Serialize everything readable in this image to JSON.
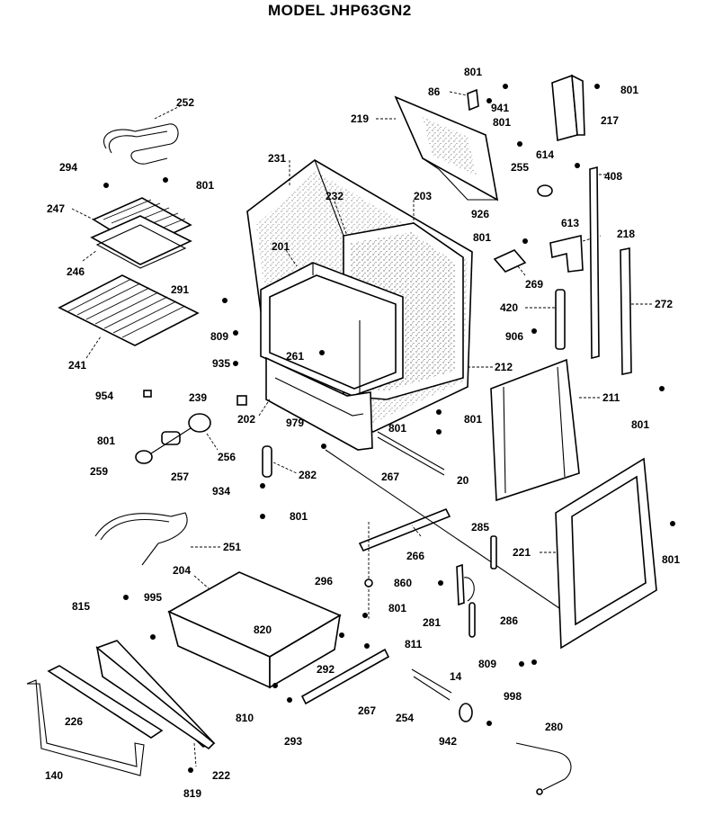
{
  "title": "MODEL JHP63GN2",
  "part_numbers": {
    "p801": "801",
    "p86": "86",
    "p941": "941",
    "p217": "217",
    "p219": "219",
    "p252": "252",
    "p294": "294",
    "p231": "231",
    "p232": "232",
    "p203": "203",
    "p614": "614",
    "p408": "408",
    "p255": "255",
    "p926": "926",
    "p613": "613",
    "p247": "247",
    "p246": "246",
    "p201": "201",
    "p218": "218",
    "p269": "269",
    "p291": "291",
    "p241": "241",
    "p809": "809",
    "p420": "420",
    "p906": "906",
    "p272": "272",
    "p935": "935",
    "p261": "261",
    "p212": "212",
    "p211": "211",
    "p954": "954",
    "p239": "239",
    "p202": "202",
    "p979": "979",
    "p256": "256",
    "p259": "259",
    "p257": "257",
    "p267": "267",
    "p20": "20",
    "p282": "282",
    "p934": "934",
    "p285": "285",
    "p221": "221",
    "p251": "251",
    "p266": "266",
    "p204": "204",
    "p296": "296",
    "p860": "860",
    "p815": "815",
    "p995": "995",
    "p281": "281",
    "p286": "286",
    "p820": "820",
    "p811": "811",
    "p292": "292",
    "p14": "14",
    "p998": "998",
    "p280": "280",
    "p226": "226",
    "p810": "810",
    "p254": "254",
    "p942": "942",
    "p293": "293",
    "p140": "140",
    "p222": "222",
    "p819": "819"
  }
}
